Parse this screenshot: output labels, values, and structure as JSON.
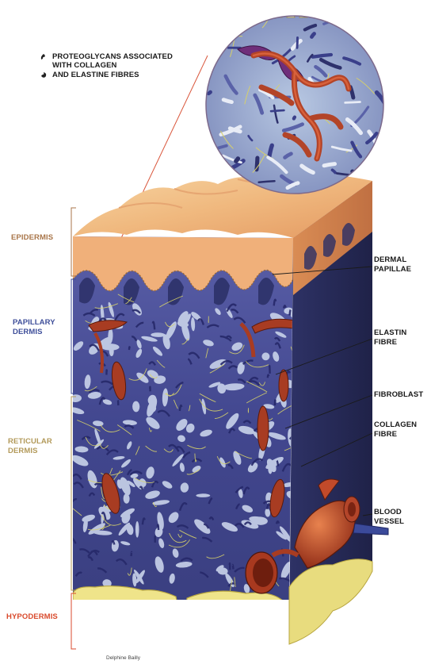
{
  "legend": {
    "line1": "PROTEOGLYCANS ASSOCIATED",
    "line2": "WITH COLLAGEN",
    "line3": "AND ELASTINE FIBRES"
  },
  "layers": {
    "epidermis": "EPIDERMIS",
    "papillary_1": "PAPILLARY",
    "papillary_2": "DERMIS",
    "reticular_1": "RETICULAR",
    "reticular_2": "DERMIS",
    "hypodermis": "HYPODERMIS"
  },
  "structures": {
    "dermal_papillae_1": "DERMAL",
    "dermal_papillae_2": "PAPILLAE",
    "elastin_1": "ELASTIN",
    "elastin_2": "FIBRE",
    "fibroblast": "FIBROBLAST",
    "collagen_1": "COLLAGEN",
    "collagen_2": "FIBRE",
    "blood_1": "BLOOD",
    "blood_2": "VESSEL"
  },
  "credit": "Delphine Bailly",
  "colors": {
    "epidermis": "#a9764a",
    "papillary": "#3f4f9a",
    "reticular": "#b39a5a",
    "hypodermis": "#d94a2c",
    "skin": "#f2b27a",
    "dermis": "#3d3f86",
    "fat": "#efe48a",
    "vessel": "#b3452a"
  }
}
